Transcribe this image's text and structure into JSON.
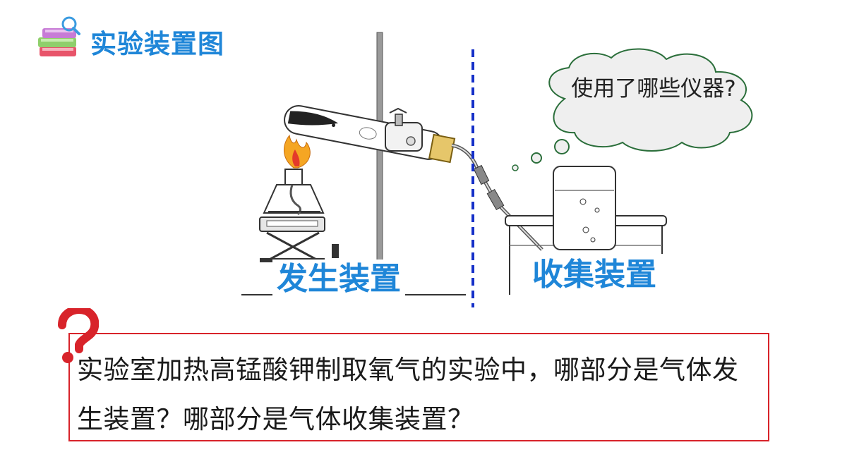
{
  "header": {
    "title": "实验装置图",
    "icon": "book-stack-icon"
  },
  "diagram": {
    "generator_label": "发生装置",
    "collector_label": "收集装置",
    "thought_bubble": "使用了哪些仪器?",
    "divider_color": "#1530c8"
  },
  "question": {
    "text": "实验室加热高锰酸钾制取氧气的实验中，哪部分是气体发生装置？哪部分是气体收集装置？",
    "icon": "question-mark-icon"
  },
  "colors": {
    "accent": "#1f86d8",
    "border": "#d8232a",
    "flame": "#f5a623"
  }
}
